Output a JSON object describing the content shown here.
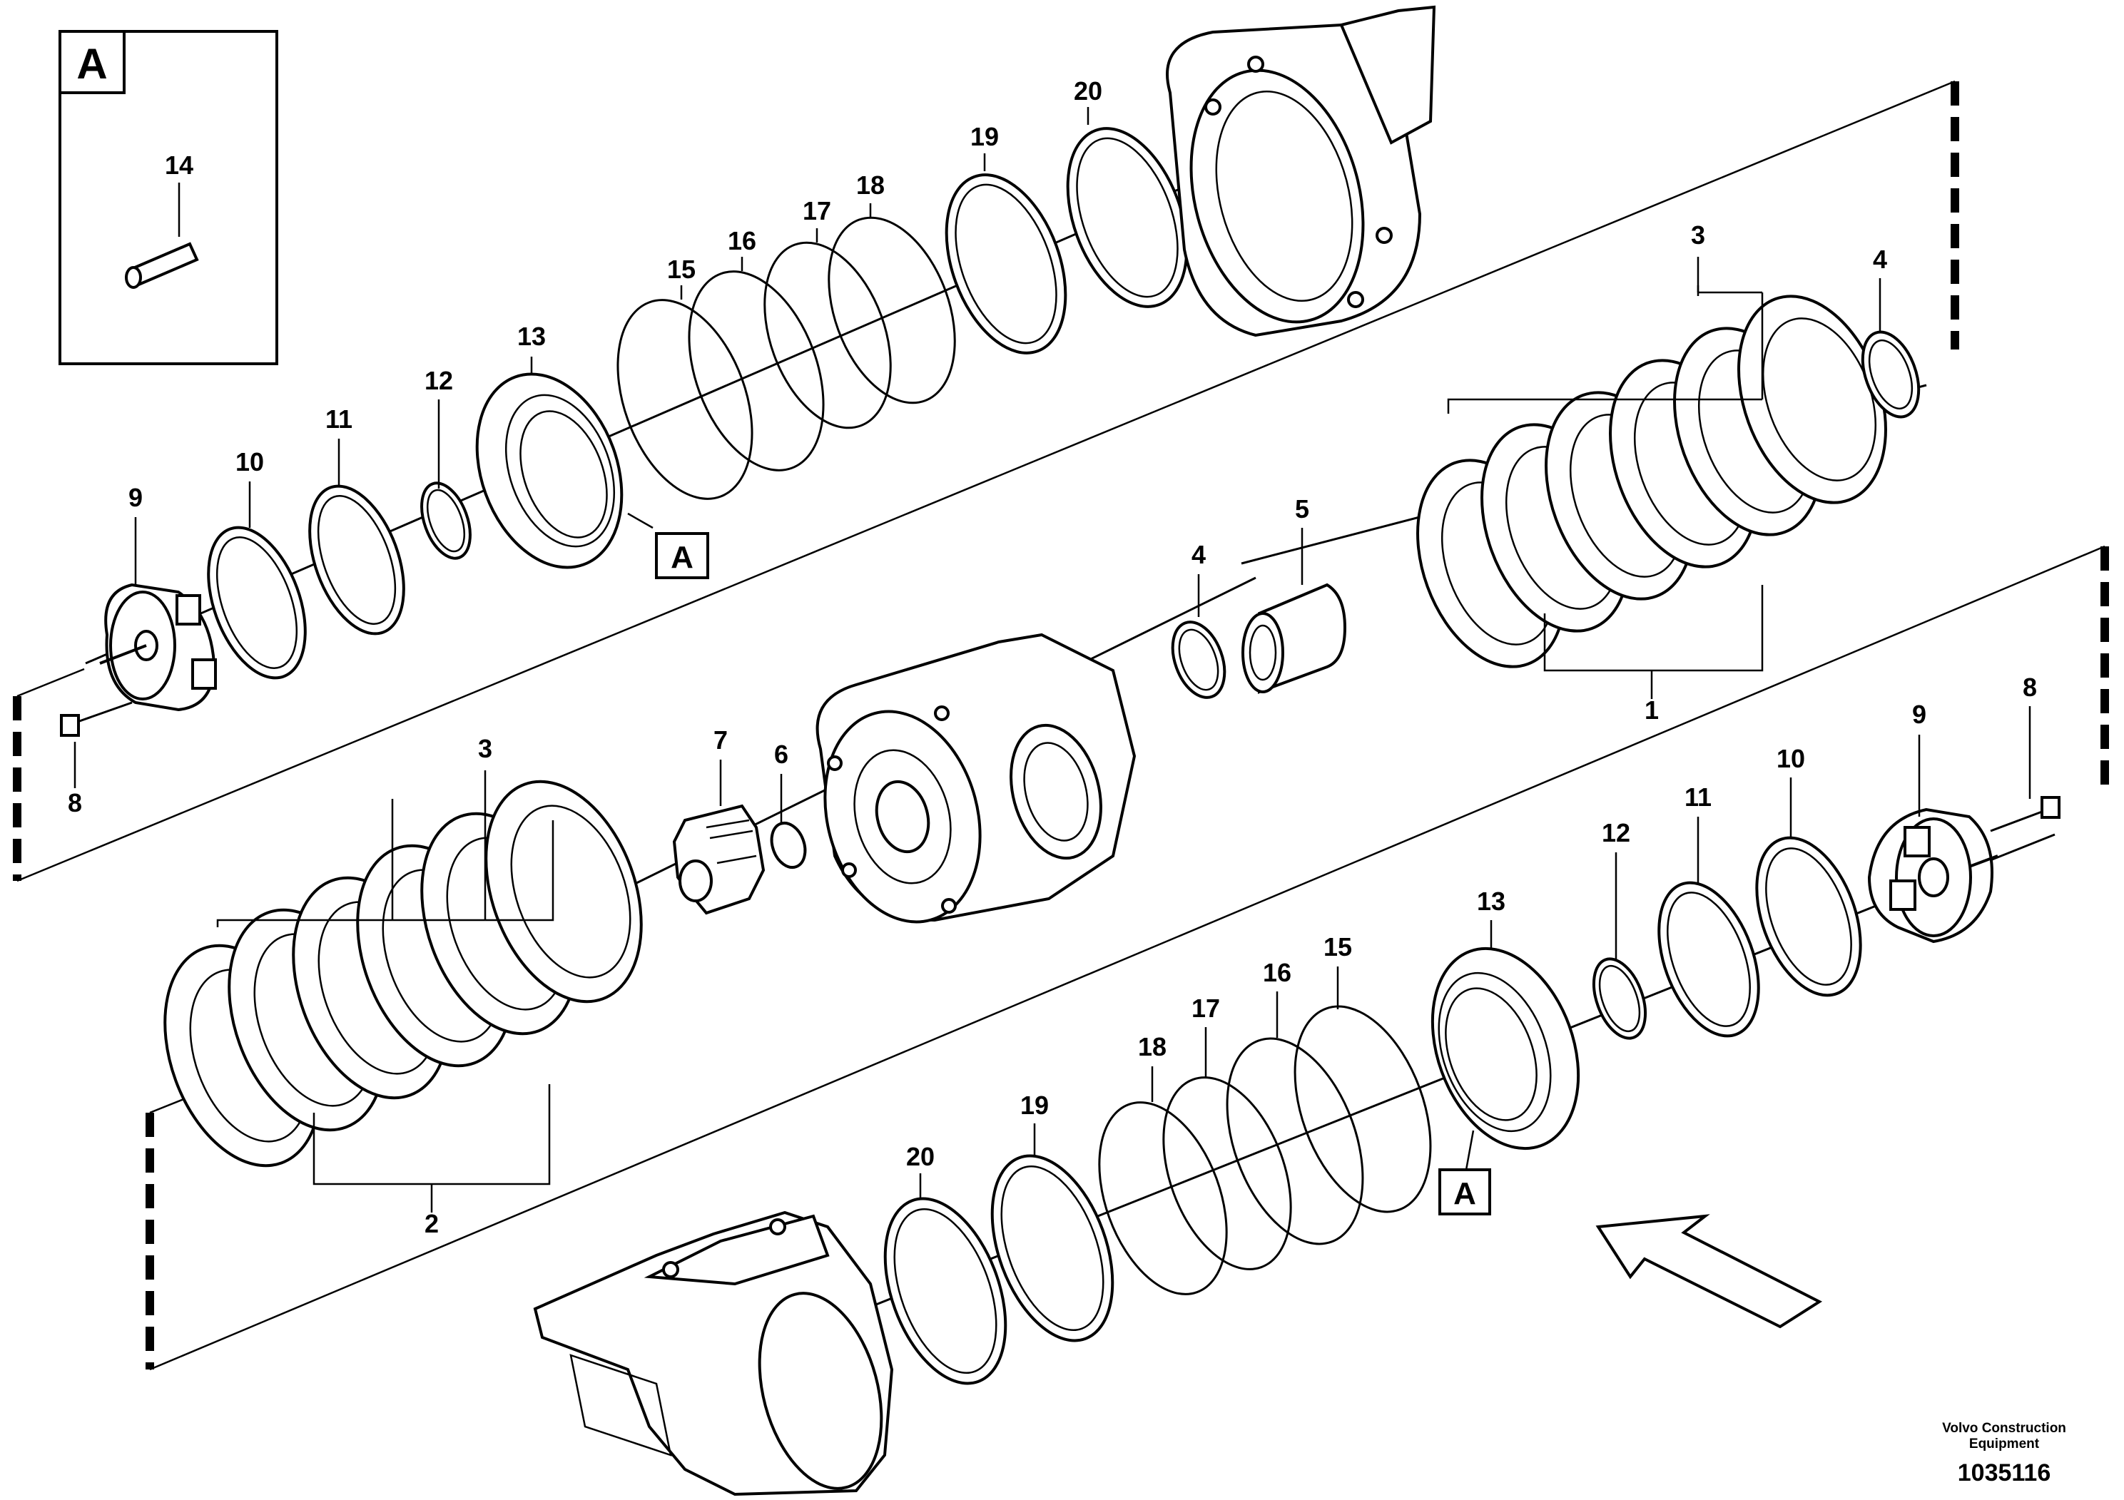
{
  "detail_box": {
    "letter": "A"
  },
  "callouts": {
    "c1": "1",
    "c2": "2",
    "c3a": "3",
    "c3b": "3",
    "c4a": "4",
    "c4b": "4",
    "c5": "5",
    "c6": "6",
    "c7": "7",
    "c8a": "8",
    "c8b": "8",
    "c9a": "9",
    "c9b": "9",
    "c10a": "10",
    "c10b": "10",
    "c11a": "11",
    "c11b": "11",
    "c12a": "12",
    "c12b": "12",
    "c13a": "13",
    "c13b": "13",
    "c14": "14",
    "c15a": "15",
    "c15b": "15",
    "c16a": "16",
    "c16b": "16",
    "c17a": "17",
    "c17b": "17",
    "c18a": "18",
    "c18b": "18",
    "c19a": "19",
    "c19b": "19",
    "c20a": "20",
    "c20b": "20"
  },
  "ref_markers": {
    "upper": "A",
    "lower": "A"
  },
  "footer": {
    "company_line1": "Volvo Construction",
    "company_line2": "Equipment",
    "drawing_number": "1035116"
  }
}
